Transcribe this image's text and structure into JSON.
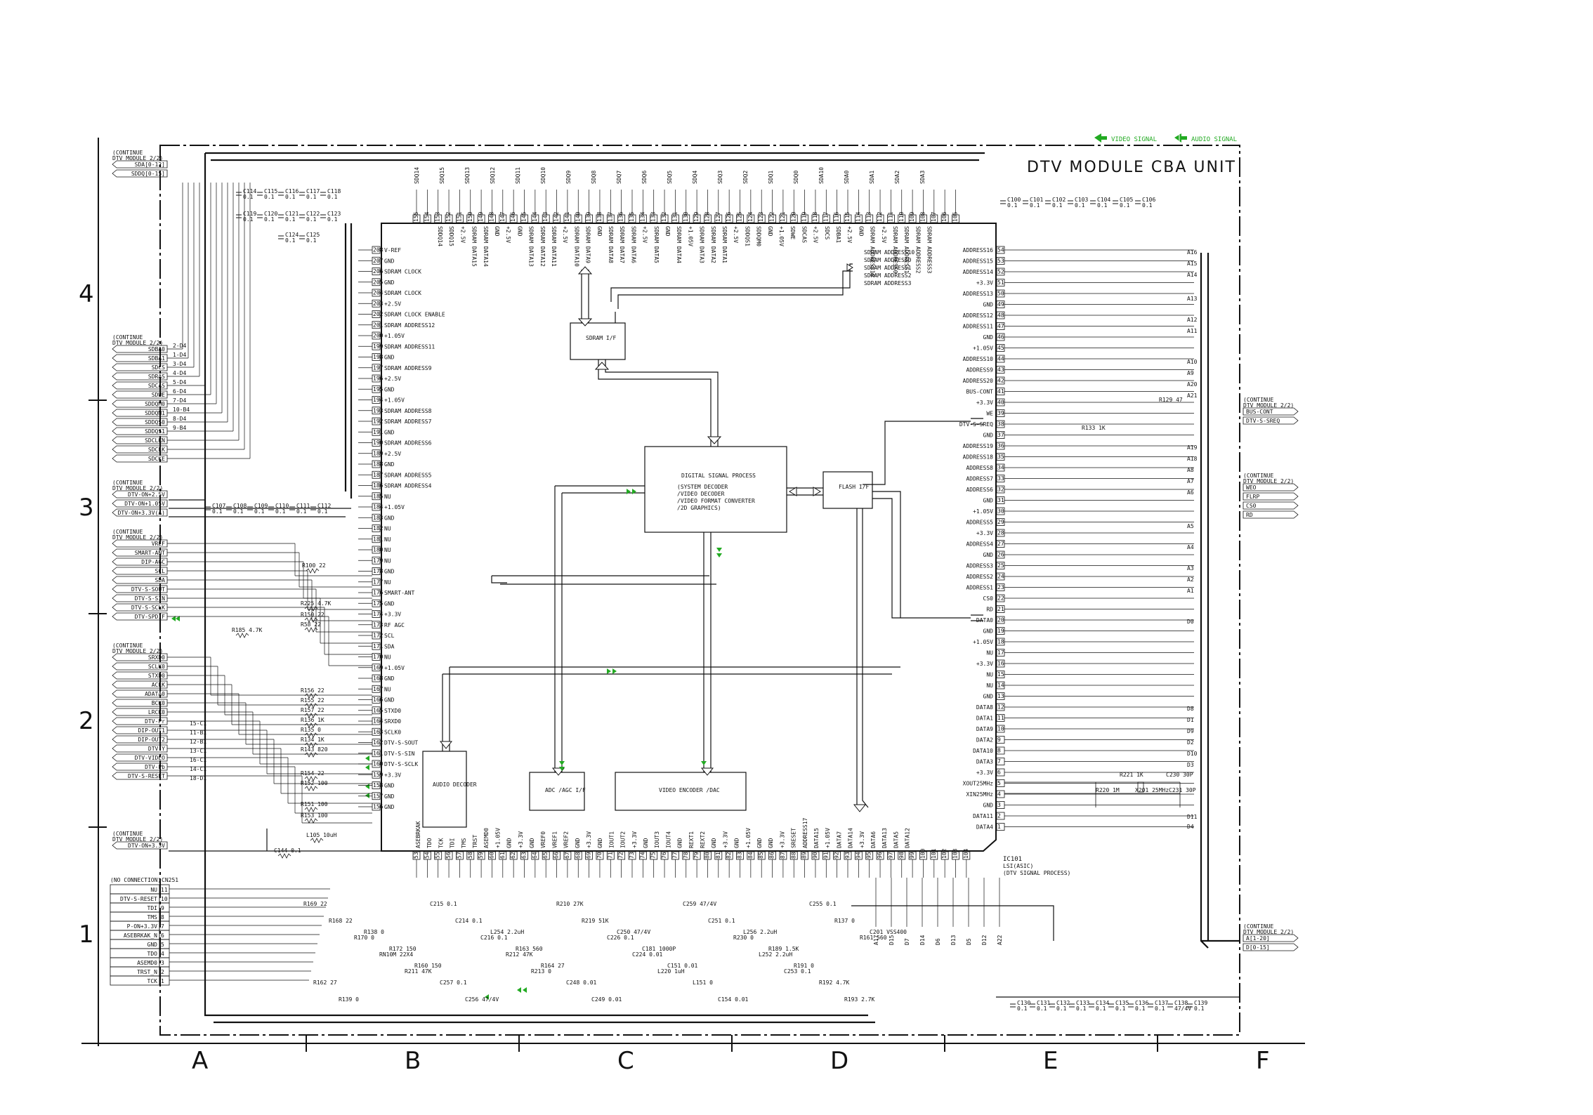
{
  "header": {
    "title": "DTV MODULE CBA UNIT",
    "legend": [
      {
        "label": "VIDEO SIGNAL",
        "color": "#22aa22"
      },
      {
        "label": "AUDIO SIGNAL",
        "color": "#22aa22"
      }
    ]
  },
  "grid": {
    "columns": [
      "A",
      "B",
      "C",
      "D",
      "E",
      "F"
    ],
    "rows": [
      "4",
      "3",
      "2",
      "1"
    ]
  },
  "blocks": {
    "sdram_if": "SDRAM I/F",
    "dsp_title": "DIGITAL SIGNAL PROCESS",
    "dsp_lines": [
      "SYSTEM DECODER",
      "VIDEO DECODER",
      "VIDEO FORMAT CONVERTER",
      "2D GRAPHICS"
    ],
    "flash_if": "FLASH I/F",
    "audio_decoder": "AUDIO DECODER",
    "adc": "ADC /AGC I/F",
    "video_encoder": "VIDEO ENCODER /DAC",
    "ic_ref": "IC101",
    "ic_part": "LSI(ASIC)",
    "ic_desc": "(DTV SIGNAL PROCESS)"
  },
  "left_connectors": {
    "group1": {
      "continue": [
        "CONTINUE",
        "DTV MODULE 2/2"
      ],
      "labels": [
        "SDA[0-12]",
        "SDDQ[0-15]"
      ]
    },
    "group2": {
      "continue": [
        "CONTINUE",
        "DTV MODULE 2/2"
      ],
      "labels": [
        "SDBA0",
        "SDBA1",
        "SDCS",
        "SDRAS",
        "SDCAS",
        "SDWE",
        "SDDQM0",
        "SDDQM1",
        "SDDQS0",
        "SDDQS1",
        "SDCLKN",
        "SDCLK",
        "SDCKE"
      ],
      "refs": [
        "2-D4",
        "1-D4",
        "3-D4",
        "4-D4",
        "5-D4",
        "6-D4",
        "7-D4",
        "10-B4",
        "8-D4",
        "9-B4"
      ]
    },
    "group3": {
      "continue": [
        "CONTINUE",
        "DTV MODULE 2/2"
      ],
      "labels": [
        "DTV-ON+2.5V",
        "DTV-ON+1.05V",
        "DTV-ON+3.3V(A)"
      ]
    },
    "group4": {
      "continue": [
        "CONTINUE",
        "DTV MODULE 2/2"
      ],
      "labels": [
        "VREF",
        "SMART-ANT",
        "DIP-AGC",
        "SCL",
        "SDA",
        "DTV-S-SOUT",
        "DTV-S-SIN",
        "DTV-S-SCLK",
        "DTV-SPDIF"
      ]
    },
    "group5": {
      "continue": [
        "CONTINUE",
        "DTV MODULE 2/2"
      ],
      "labels": [
        "SRXD0",
        "SCLK0",
        "STXD0",
        "ACLK",
        "ADATA0",
        "BCK0",
        "LRCK0",
        "DTV-Pr",
        "DIP-OUT1",
        "DIP-OUT2",
        "DTV-Y",
        "DTV-VIDEO",
        "DTV-Pb",
        "DTV-S-RESET"
      ],
      "refs": [
        "15-C1",
        "11-B1",
        "12-B1",
        "13-C1",
        "16-C1",
        "14-C1",
        "18-D1"
      ]
    },
    "group6": {
      "continue": [
        "CONTINUE",
        "DTV MODULE 2/2"
      ],
      "labels": [
        "DTV-ON+3.3V"
      ]
    }
  },
  "cn251": {
    "title": "(NO CONNECTION)",
    "ref": "CN251",
    "pins": [
      {
        "name": "NU",
        "num": "11"
      },
      {
        "name": "DTV-S-RESET",
        "num": "10"
      },
      {
        "name": "TDI",
        "num": "9"
      },
      {
        "name": "TMS",
        "num": "8"
      },
      {
        "name": "P-ON+3.3V",
        "num": "7"
      },
      {
        "name": "ASEBRKAK_N",
        "num": "6"
      },
      {
        "name": "GND",
        "num": "5"
      },
      {
        "name": "TDO",
        "num": "4"
      },
      {
        "name": "ASEMD0",
        "num": "3"
      },
      {
        "name": "TRST_N",
        "num": "2"
      },
      {
        "name": "TCK",
        "num": "1"
      }
    ]
  },
  "right_connectors": {
    "group1": {
      "continue": [
        "CONTINUE",
        "DTV MODULE 2/2"
      ],
      "labels": [
        "BUS-CONT",
        "DTV-S-SREQ"
      ]
    },
    "group2": {
      "continue": [
        "CONTINUE",
        "DTV MODULE 2/2"
      ],
      "labels": [
        "WEO",
        "FLRP",
        "CS0",
        "RD"
      ]
    },
    "group3": {
      "continue": [
        "CONTINUE",
        "DTV MODULE 2/2"
      ],
      "labels": [
        "A[1-20]",
        "D[0-15]"
      ]
    }
  },
  "ic_left_pins": [
    {
      "n": "208",
      "name": "V-REF"
    },
    {
      "n": "207",
      "name": "GND"
    },
    {
      "n": "206",
      "name": "SDRAM CLOCK"
    },
    {
      "n": "205",
      "name": "GND"
    },
    {
      "n": "204",
      "name": "SDRAM CLOCK"
    },
    {
      "n": "203",
      "name": "+2.5V"
    },
    {
      "n": "202",
      "name": "SDRAM CLOCK ENABLE"
    },
    {
      "n": "201",
      "name": "SDRAM ADDRESS12"
    },
    {
      "n": "200",
      "name": "+1.05V"
    },
    {
      "n": "199",
      "name": "SDRAM ADDRESS11"
    },
    {
      "n": "198",
      "name": "GND"
    },
    {
      "n": "197",
      "name": "SDRAM ADDRESS9"
    },
    {
      "n": "196",
      "name": "+2.5V"
    },
    {
      "n": "195",
      "name": "GND"
    },
    {
      "n": "194",
      "name": "+1.05V"
    },
    {
      "n": "193",
      "name": "SDRAM ADDRESS8"
    },
    {
      "n": "192",
      "name": "SDRAM ADDRESS7"
    },
    {
      "n": "191",
      "name": "GND"
    },
    {
      "n": "190",
      "name": "SDRAM ADDRESS6"
    },
    {
      "n": "189",
      "name": "+2.5V"
    },
    {
      "n": "188",
      "name": "GND"
    },
    {
      "n": "187",
      "name": "SDRAM ADDRESS5"
    },
    {
      "n": "186",
      "name": "SDRAM ADDRESS4"
    },
    {
      "n": "185",
      "name": "NU"
    },
    {
      "n": "184",
      "name": "+1.05V"
    },
    {
      "n": "183",
      "name": "GND"
    },
    {
      "n": "182",
      "name": "NU"
    },
    {
      "n": "181",
      "name": "NU"
    },
    {
      "n": "180",
      "name": "NU"
    },
    {
      "n": "179",
      "name": "NU"
    },
    {
      "n": "178",
      "name": "GND"
    },
    {
      "n": "177",
      "name": "NU"
    },
    {
      "n": "176",
      "name": "SMART-ANT"
    },
    {
      "n": "175",
      "name": "GND"
    },
    {
      "n": "174",
      "name": "+3.3V"
    },
    {
      "n": "173",
      "name": "RF AGC"
    },
    {
      "n": "172",
      "name": "SCL"
    },
    {
      "n": "171",
      "name": "SDA"
    },
    {
      "n": "170",
      "name": "NU"
    },
    {
      "n": "169",
      "name": "+1.05V"
    },
    {
      "n": "168",
      "name": "GND"
    },
    {
      "n": "167",
      "name": "NU"
    },
    {
      "n": "166",
      "name": "GND"
    },
    {
      "n": "165",
      "name": "STXD0"
    },
    {
      "n": "164",
      "name": "SRXD0"
    },
    {
      "n": "163",
      "name": "SCLK0"
    },
    {
      "n": "162",
      "name": "DTV-S-SOUT"
    },
    {
      "n": "161",
      "name": "DTV-S-SIN"
    },
    {
      "n": "160",
      "name": "DTV-S-SCLK"
    },
    {
      "n": "159",
      "name": "+3.3V"
    },
    {
      "n": "158",
      "name": "GND"
    },
    {
      "n": "157",
      "name": "GND"
    },
    {
      "n": "156",
      "name": "GND"
    }
  ],
  "ic_right_pins": [
    {
      "n": "54",
      "name": "ADDRESS16"
    },
    {
      "n": "53",
      "name": "ADDRESS15"
    },
    {
      "n": "52",
      "name": "ADDRESS14"
    },
    {
      "n": "51",
      "name": "+3.3V"
    },
    {
      "n": "50",
      "name": "ADDRESS13"
    },
    {
      "n": "49",
      "name": "GND"
    },
    {
      "n": "48",
      "name": "ADDRESS12"
    },
    {
      "n": "47",
      "name": "ADDRESS11"
    },
    {
      "n": "46",
      "name": "GND"
    },
    {
      "n": "45",
      "name": "+1.05V"
    },
    {
      "n": "44",
      "name": "ADDRESS10"
    },
    {
      "n": "43",
      "name": "ADDRESS9"
    },
    {
      "n": "42",
      "name": "ADDRESS20"
    },
    {
      "n": "41",
      "name": "BUS-CONT"
    },
    {
      "n": "40",
      "name": "+3.3V"
    },
    {
      "n": "39",
      "name": "WE"
    },
    {
      "n": "38",
      "name": "DTV-S-SREQ"
    },
    {
      "n": "37",
      "name": "GND"
    },
    {
      "n": "36",
      "name": "ADDRESS19"
    },
    {
      "n": "35",
      "name": "ADDRESS18"
    },
    {
      "n": "34",
      "name": "ADDRESS8"
    },
    {
      "n": "33",
      "name": "ADDRESS7"
    },
    {
      "n": "32",
      "name": "ADDRESS6"
    },
    {
      "n": "31",
      "name": "GND"
    },
    {
      "n": "30",
      "name": "+1.05V"
    },
    {
      "n": "29",
      "name": "ADDRESS5"
    },
    {
      "n": "28",
      "name": "+3.3V"
    },
    {
      "n": "27",
      "name": "ADDRESS4"
    },
    {
      "n": "26",
      "name": "GND"
    },
    {
      "n": "25",
      "name": "ADDRESS3"
    },
    {
      "n": "24",
      "name": "ADDRESS2"
    },
    {
      "n": "23",
      "name": "ADDRESS1"
    },
    {
      "n": "22",
      "name": "CS0"
    },
    {
      "n": "21",
      "name": "RD"
    },
    {
      "n": "20",
      "name": "DATA0"
    },
    {
      "n": "19",
      "name": "GND"
    },
    {
      "n": "18",
      "name": "+1.05V"
    },
    {
      "n": "17",
      "name": "NU"
    },
    {
      "n": "16",
      "name": "+3.3V"
    },
    {
      "n": "15",
      "name": "NU"
    },
    {
      "n": "14",
      "name": "NU"
    },
    {
      "n": "13",
      "name": "GND"
    },
    {
      "n": "12",
      "name": "DATA8"
    },
    {
      "n": "11",
      "name": "DATA1"
    },
    {
      "n": "10",
      "name": "DATA9"
    },
    {
      "n": "9",
      "name": "DATA2"
    },
    {
      "n": "8",
      "name": "DATA10"
    },
    {
      "n": "7",
      "name": "DATA3"
    },
    {
      "n": "6",
      "name": "+3.3V"
    },
    {
      "n": "5",
      "name": "XOUT25MHz"
    },
    {
      "n": "4",
      "name": "XIN25MHz"
    },
    {
      "n": "3",
      "name": "GND"
    },
    {
      "n": "2",
      "name": "DATA11"
    },
    {
      "n": "1",
      "name": "DATA4"
    }
  ],
  "ic_top_pins": [
    "SDDQ14",
    "SDDQ15",
    "+2.5V",
    "SDRAM DATA15",
    "SDRAM DATA14",
    "GND",
    "+2.5V",
    "GND",
    "SDRAM DATA13",
    "SDRAM DATA12",
    "SDRAM DATA11",
    "+2.5V",
    "SDRAM DATA10",
    "SDRAM DATA9",
    "GND",
    "SDRAM DATA8",
    "SDRAM DATA7",
    "SDRAM DATA6",
    "+2.5V",
    "SDRAM DATA5",
    "GND",
    "SDRAM DATA4",
    "+1.05V",
    "SDRAM DATA3",
    "SDRAM DATA2",
    "SDRAM DATA1",
    "+2.5V",
    "SDDQS1",
    "SDDQM0",
    "GND",
    "+1.05V",
    "SDWE",
    "SDCAS",
    "+2.5V",
    "SDCS",
    "SDBA1",
    "+2.5V",
    "GND",
    "SDRAM ADDRESS10",
    "+2.5V",
    "SDRAM ADDRESS0",
    "SDRAM ADDRESS1",
    "SDRAM ADDRESS2",
    "SDRAM ADDRESS3"
  ],
  "ic_top_nums": [
    "155",
    "154",
    "153",
    "152",
    "151",
    "150",
    "149",
    "148",
    "147",
    "146",
    "145",
    "144",
    "143",
    "142",
    "141",
    "140",
    "139",
    "138",
    "137",
    "136",
    "135",
    "134",
    "133",
    "132",
    "131",
    "130",
    "129",
    "128",
    "127",
    "126",
    "125",
    "124",
    "123",
    "122",
    "121",
    "120",
    "119",
    "118",
    "117",
    "116",
    "115",
    "114",
    "113",
    "112",
    "111",
    "110",
    "109",
    "108",
    "107",
    "106",
    "105"
  ],
  "ic_top_signals": [
    "SDQ14",
    "SDQ15",
    "SDQ13",
    "SDQ12",
    "SDQ11",
    "SDQ10",
    "SDQ9",
    "SDQ8",
    "SDQ7",
    "SDQ6",
    "SDQ5",
    "SDQ4",
    "SDQ3",
    "SDQ2",
    "SDQ1",
    "SDQ0",
    "SDA10",
    "SDA0",
    "SDA1",
    "SDA2",
    "SDA3"
  ],
  "sdram_addr_labels": [
    "SDRAM ADDRESS10",
    "SDRAM ADDRESS0",
    "SDRAM ADDRESS1",
    "SDRAM ADDRESS2",
    "SDRAM ADDRESS3"
  ],
  "ic_bottom_pins": [
    "ASEBRKAK",
    "TDO",
    "TCK",
    "TDI",
    "TMS",
    "TRST",
    "ASEMD0",
    "+1.05V",
    "GND",
    "+3.3V",
    "GND",
    "VREF0",
    "VREF1",
    "VREF2",
    "GND",
    "+3.3V",
    "GND",
    "IOUT1",
    "IOUT2",
    "+3.3V",
    "GND",
    "IOUT3",
    "IOUT4",
    "GND",
    "REXT1",
    "REXT2",
    "GND",
    "+3.3V",
    "GND",
    "+1.05V",
    "GND",
    "GND",
    "+3.3V",
    "SRESET",
    "ADDRESS17",
    "DATA15",
    "+1.05V",
    "DATA7",
    "DATA14",
    "+3.3V",
    "DATA6",
    "DATA13",
    "DATA5",
    "DATA12"
  ],
  "ic_bottom_nums": [
    "53",
    "54",
    "55",
    "56",
    "57",
    "58",
    "59",
    "60",
    "61",
    "62",
    "63",
    "64",
    "65",
    "66",
    "67",
    "68",
    "69",
    "70",
    "71",
    "72",
    "73",
    "74",
    "75",
    "76",
    "77",
    "78",
    "79",
    "80",
    "81",
    "82",
    "83",
    "84",
    "85",
    "86",
    "87",
    "88",
    "89",
    "90",
    "91",
    "92",
    "93",
    "94",
    "95",
    "96",
    "97",
    "98",
    "99",
    "100",
    "101",
    "102",
    "103",
    "104"
  ],
  "right_bus_labels": [
    "A16",
    "A15",
    "A14",
    "A13",
    "A12",
    "A11",
    "A10",
    "A9",
    "A20",
    "A21",
    "A19",
    "A18",
    "A8",
    "A7",
    "A6",
    "A5",
    "A4",
    "A3",
    "A2",
    "A1",
    "D0",
    "D8",
    "D1",
    "D9",
    "D2",
    "D10",
    "D3",
    "D11",
    "D4"
  ],
  "bottom_bus_labels": [
    "A17",
    "D15",
    "D7",
    "D14",
    "D6",
    "D13",
    "D5",
    "D12",
    "A22"
  ],
  "components_top_caps": [
    "C114 0.1",
    "C115 0.1",
    "C116 0.1",
    "C117 0.1",
    "C118 0.1",
    "C119 0.1",
    "C120 0.1",
    "C121 0.1",
    "C122 0.1",
    "C123 0.1",
    "C124 0.1",
    "C125 0.1"
  ],
  "components_right_caps": [
    "C100 0.1",
    "C101 0.1",
    "C102 0.1",
    "C103 0.1",
    "C104 0.1",
    "C105 0.1",
    "C106 0.1"
  ],
  "components_mid_caps": [
    "C107 0.1",
    "C108 0.1",
    "C109 0.1",
    "C110 0.1",
    "C111 0.1",
    "C112 0.1"
  ],
  "components_bottom_caps": [
    "C130 0.1",
    "C131 0.1",
    "C132 0.1",
    "C133 0.1",
    "C134 0.1",
    "C135 0.1",
    "C136 0.1",
    "C137 0.1",
    "C138 47/4V",
    "C139 0.1"
  ],
  "resistors_left": [
    "R100 22",
    "R225 4.7K",
    "R150 22",
    "R58 22",
    "R185 4.7K",
    "R156 22",
    "R155 22",
    "R157 22",
    "R136 1K",
    "R135 0",
    "R134 1K",
    "R143 820",
    "R154 22",
    "R152 100",
    "R151 100",
    "R153 100",
    "L105 10uH",
    "C144 0.1"
  ],
  "resistors_bottom": [
    "R169 22",
    "R168 22",
    "R170 0",
    "RN10M 22X4",
    "R211 47K",
    "C215 0.1",
    "C214 0.1",
    "C216 0.1",
    "R212 47K",
    "R213 0",
    "R210 27K",
    "R219 51K",
    "C226 0.1",
    "C224 0.01",
    "L220 1uH",
    "C259 47/4V",
    "C251 0.1",
    "R230 0",
    "L252 2.2uH",
    "C253 0.1",
    "C255 0.1",
    "R137 0",
    "R161 560",
    "R162 27",
    "R139 0",
    "R138 0",
    "R172 150",
    "R160 150",
    "C257 0.1",
    "C256 47/4V",
    "L254 2.2uH",
    "R163 560",
    "R164 27",
    "C248 0.01",
    "C249 0.01",
    "C250 47/4V",
    "C181 1000P",
    "C151 0.01",
    "L151 0",
    "C154 0.01",
    "L256 2.2uH",
    "R189 1.5K",
    "R191 0",
    "R192 4.7K",
    "R193 2.7K",
    "C201 VSS400"
  ],
  "xtal": [
    "R221 1K",
    "R220 1M",
    "C230 30P",
    "X201 25MHz",
    "C231 30P"
  ],
  "misc": [
    "R133 1K",
    "R129 47"
  ]
}
